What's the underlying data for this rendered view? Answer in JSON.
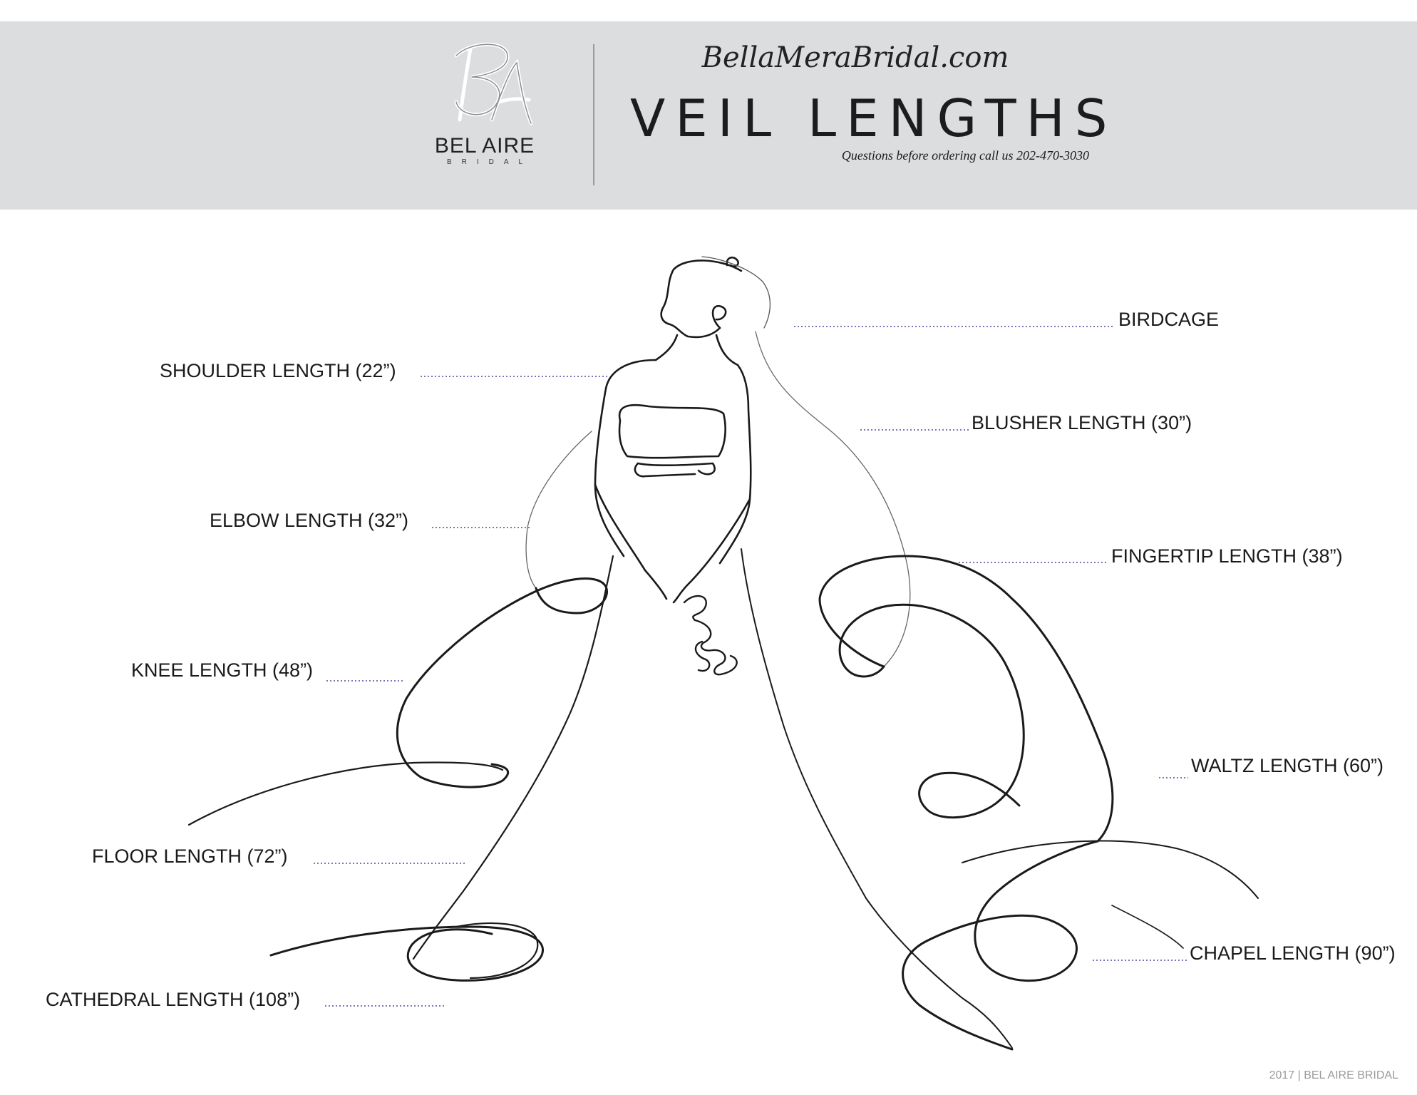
{
  "header": {
    "logo_name": "BEL AIRE",
    "logo_sub": "BRIDAL",
    "site_url": "BellaMeraBridal.com",
    "title": "VEIL LENGTHS",
    "phone_note": "Questions before ordering call us 202-470-3030"
  },
  "labels": {
    "birdcage": "BIRDCAGE",
    "shoulder": "SHOULDER LENGTH (22”)",
    "blusher": "BLUSHER LENGTH (30”)",
    "elbow": "ELBOW LENGTH (32”)",
    "fingertip": "FINGERTIP LENGTH (38”)",
    "knee": "KNEE LENGTH (48”)",
    "waltz": "WALTZ LENGTH (60”)",
    "floor": "FLOOR LENGTH (72”)",
    "chapel": "CHAPEL LENGTH (90”)",
    "cathedral": "CATHEDRAL LENGTH (108”)"
  },
  "footer": "2017 | BEL AIRE BRIDAL",
  "colors": {
    "header_bg": "#dcdddf",
    "leader": "#4a4aa0",
    "ink": "#1a1a1a"
  }
}
